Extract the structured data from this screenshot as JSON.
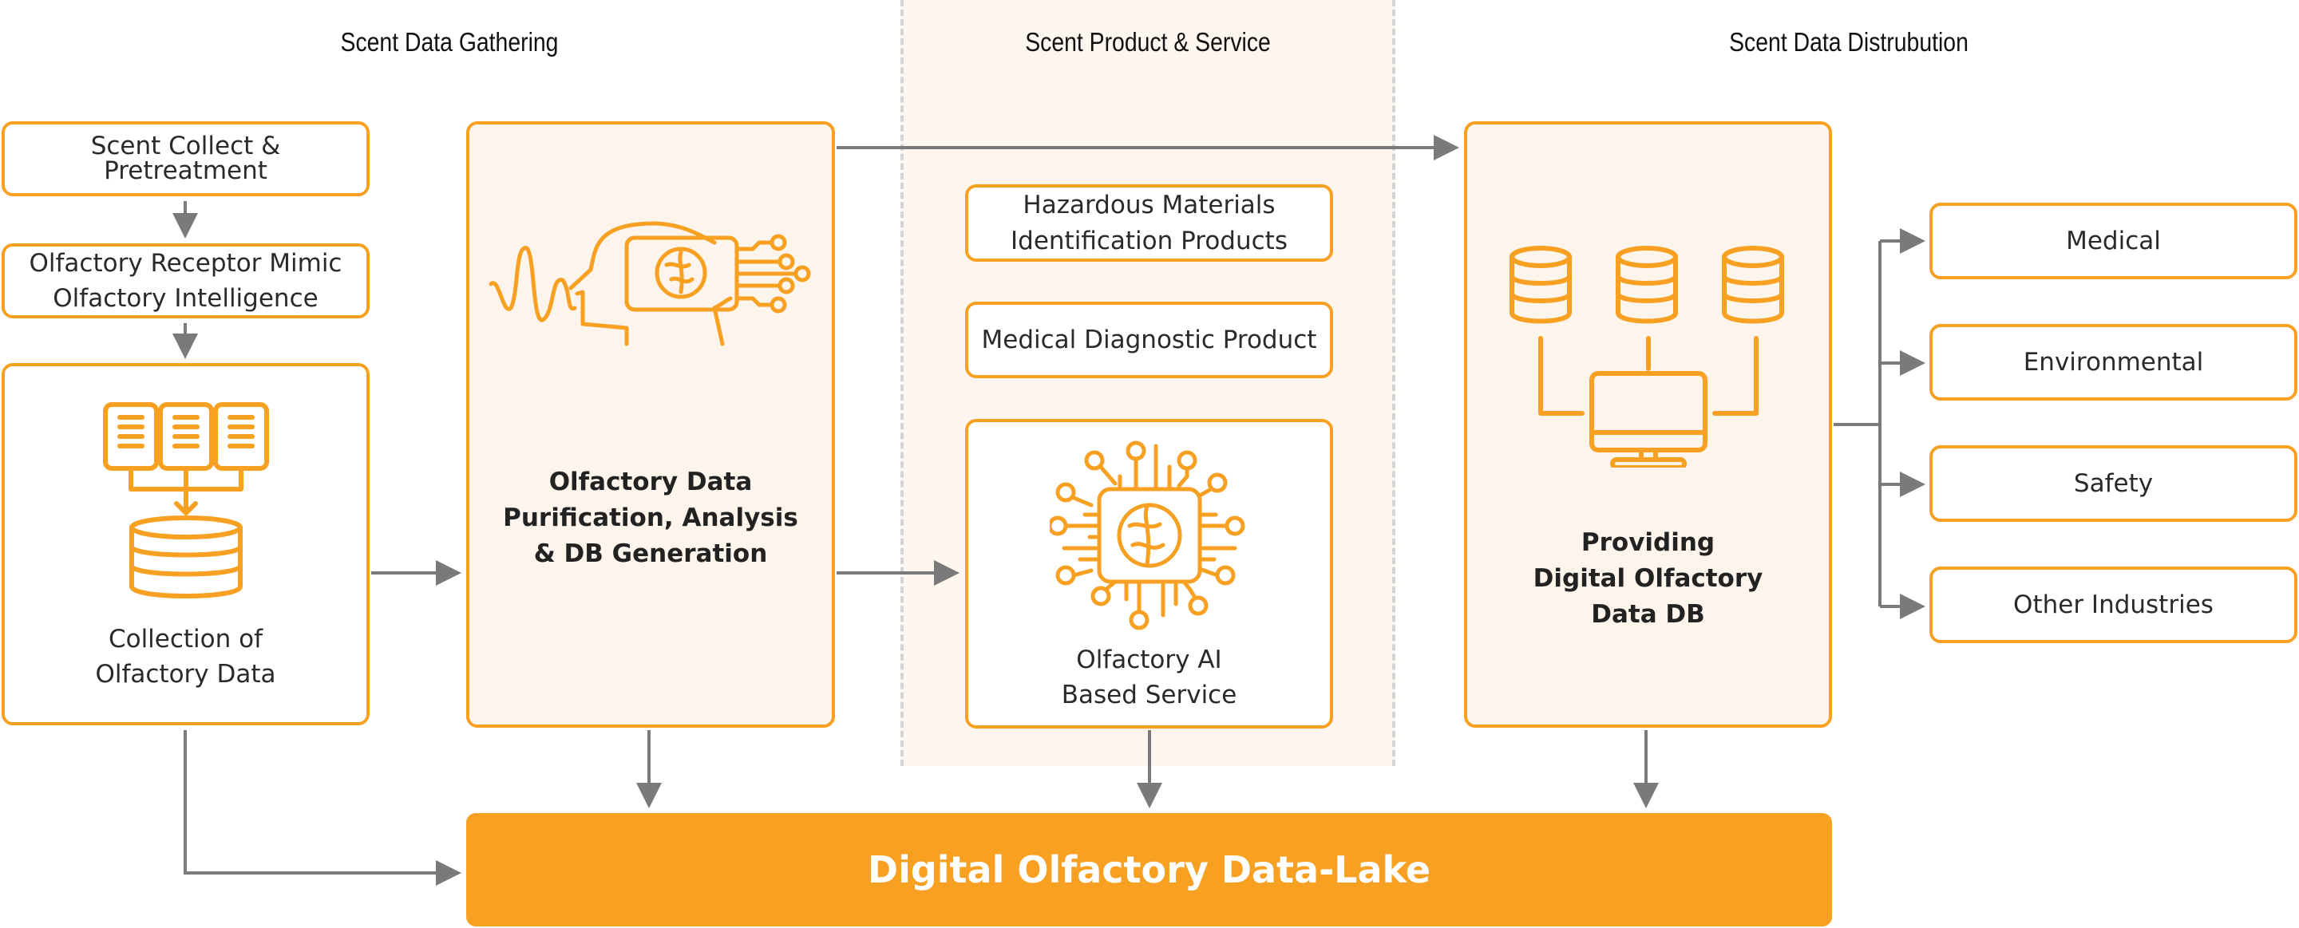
{
  "headers": {
    "gathering": "Scent Data Gathering",
    "product_service": "Scent Product & Service",
    "distribution": "Scent Data Distrubution"
  },
  "gathering": {
    "collect": "Scent Collect &\nPretreatment",
    "receptor": "Olfactory Receptor Mimic\nOlfactory Intelligence",
    "collection": "Collection of\nOlfactory Data",
    "icon": "documents-to-database-icon"
  },
  "processing": {
    "title": "Olfactory Data\nPurification, Analysis\n& DB Generation",
    "icon": "head-brain-chip-icon"
  },
  "products": {
    "hazardous": "Hazardous Materials\nIdentification Products",
    "medical_diag": "Medical Diagnostic Product",
    "ai_service": "Olfactory AI\nBased Service",
    "icon": "brain-chip-circuit-icon"
  },
  "distribution": {
    "title": "Providing\nDigital Olfactory\nData DB",
    "icon": "databases-to-computer-icon",
    "targets": [
      "Medical",
      "Environmental",
      "Safety",
      "Other Industries"
    ]
  },
  "data_lake": {
    "label": "Digital Olfactory Data-Lake"
  },
  "colors": {
    "accent": "#f7a021",
    "tint": "#fdf5ec",
    "connector": "#7a7a7a",
    "band_border": "#d4d4d4"
  }
}
